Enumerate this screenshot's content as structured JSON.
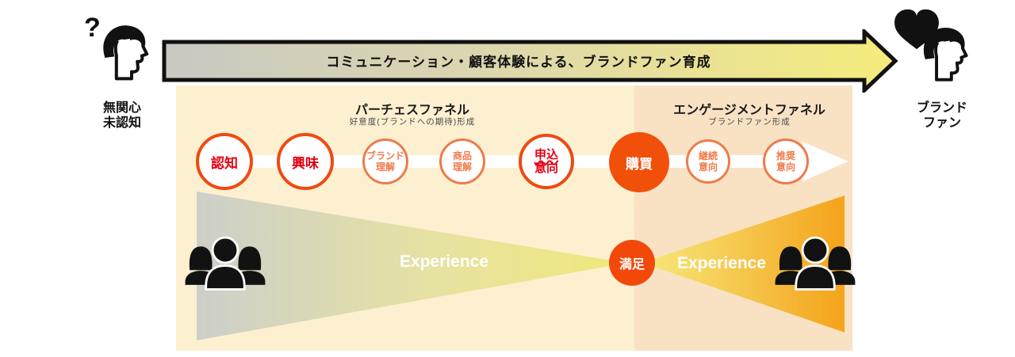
{
  "diagram_title": "コミュニケーション・顧客体験による、ブランドファン育成",
  "left_persona": {
    "question_mark": "?",
    "label_lines": [
      "無関心",
      "未認知"
    ]
  },
  "right_persona": {
    "label_lines": [
      "ブランド",
      "ファン"
    ]
  },
  "purchase_funnel": {
    "title": "パーチェスファネル",
    "subtitle": "好意度(ブランドへの期待)形成"
  },
  "engagement_funnel": {
    "title": "エンゲージメントファネル",
    "subtitle": "ブランドファン形成"
  },
  "stages": [
    {
      "id": "awareness",
      "lines": [
        "認知"
      ],
      "style": "large-outline"
    },
    {
      "id": "interest",
      "lines": [
        "興味"
      ],
      "style": "large-outline"
    },
    {
      "id": "brand-understanding",
      "lines": [
        "ブランド",
        "理解"
      ],
      "style": "small-outline"
    },
    {
      "id": "product-understanding",
      "lines": [
        "商品",
        "理解"
      ],
      "style": "small-outline"
    },
    {
      "id": "application-intent",
      "lines": [
        "申込",
        "意向"
      ],
      "style": "large-outline-emphasis"
    },
    {
      "id": "purchase",
      "lines": [
        "購買"
      ],
      "style": "filled"
    },
    {
      "id": "continuation-intent",
      "lines": [
        "継続",
        "意向"
      ],
      "style": "small-outline"
    },
    {
      "id": "recommendation-intent",
      "lines": [
        "推奨",
        "意向"
      ],
      "style": "small-outline"
    }
  ],
  "experience_flow": {
    "left_label": "Experience",
    "satisfaction": "満足",
    "right_label": "Experience"
  },
  "colors": {
    "accent_red": "#e50012",
    "stage_border_strong": "#ef4a12",
    "stage_border_soft": "#ee7b4b",
    "purchase_fill": "#f1500b",
    "satisfaction_fill": "#f2490b",
    "panel_light": "#fcf0d0",
    "panel_dark": "#f8e2c3",
    "banner_gradient_start": "#c9c8c2",
    "banner_gradient_end": "#f5ec7c",
    "funnel_left_gradient_start": "#cdcfca",
    "funnel_left_gradient_end": "#f1e87c",
    "funnel_right_gradient_start": "#f6e97c",
    "funnel_right_gradient_end": "#f5a31b"
  }
}
